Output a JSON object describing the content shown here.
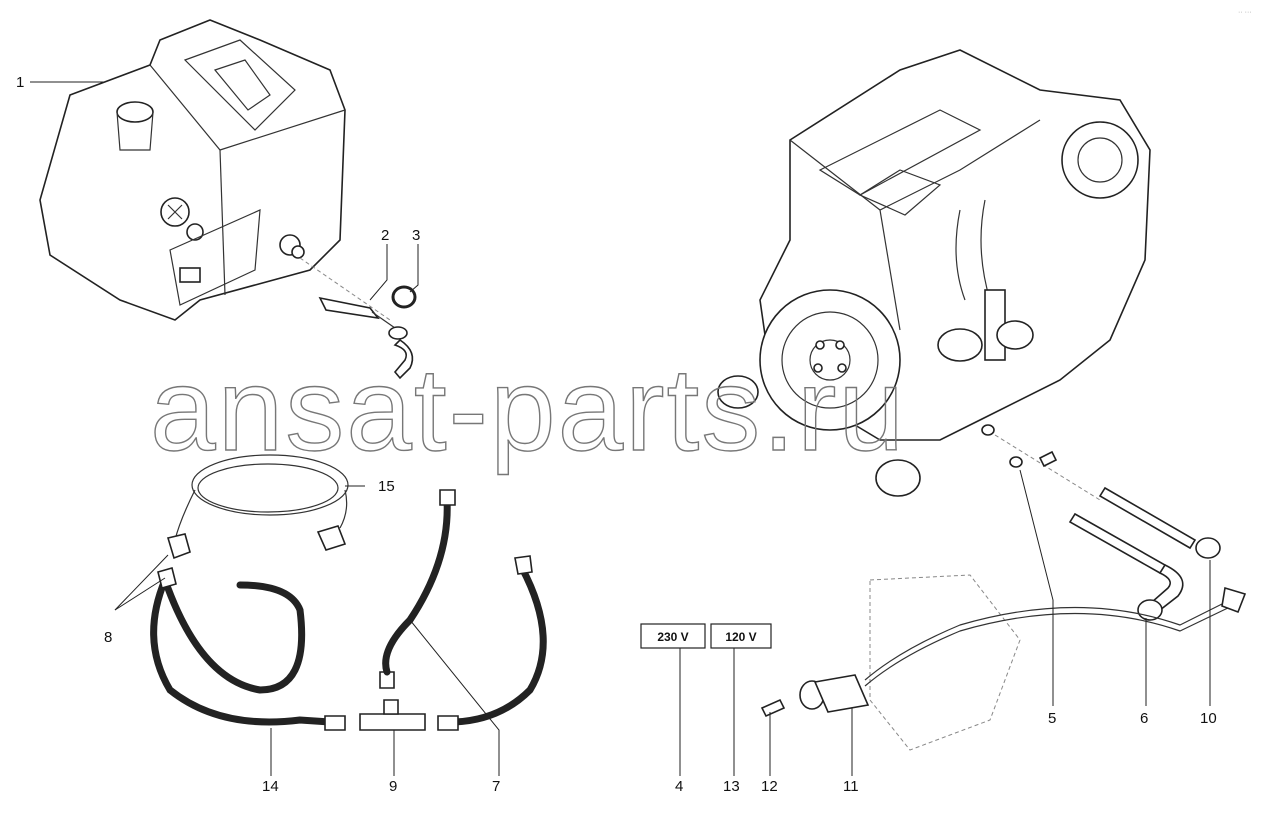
{
  "callouts": [
    "1",
    "2",
    "3",
    "4",
    "5",
    "6",
    "7",
    "8",
    "9",
    "10",
    "11",
    "12",
    "13",
    "14",
    "15"
  ],
  "voltage_boxes": {
    "v230": "230 V",
    "v120": "120 V"
  },
  "watermark": "ansat-parts.ru",
  "corner_mark": "·· ···"
}
